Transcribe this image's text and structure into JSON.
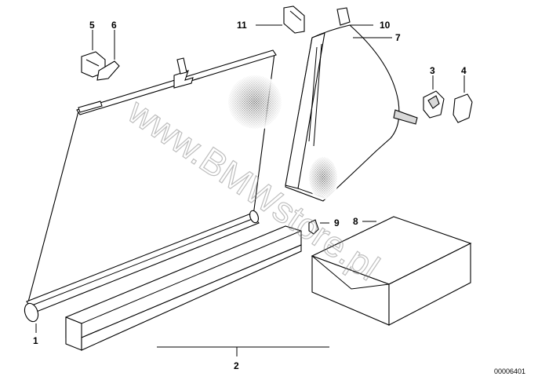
{
  "callouts": [
    "1",
    "2",
    "3",
    "4",
    "5",
    "6",
    "7",
    "8",
    "9",
    "10",
    "11"
  ],
  "watermark": "www.BMWstore.pl",
  "reference_number": "00006401",
  "colors": {
    "line": "#000000",
    "fill": "#ffffff",
    "shade": "#d9d9d9",
    "mesh": "#6a6a6a"
  }
}
